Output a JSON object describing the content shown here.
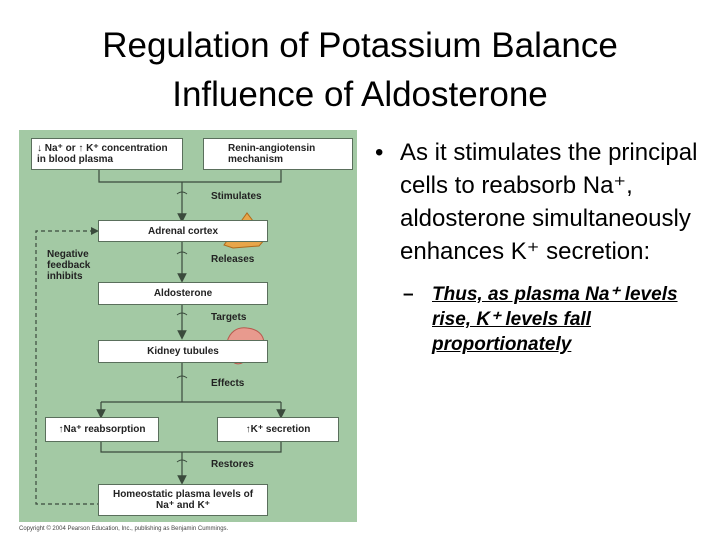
{
  "title": {
    "line1": "Regulation of Potassium Balance",
    "line2": "Influence of Aldosterone"
  },
  "diagram": {
    "boxes": {
      "ion_concentration": "↓ Na⁺ or ↑ K⁺ concentration in blood plasma",
      "renin": "Renin-angiotensin mechanism",
      "adrenal": "Adrenal cortex",
      "aldosterone": "Aldosterone",
      "kidney": "Kidney tubules",
      "na_reabsorption": "↑Na⁺ reabsorption",
      "k_secretion": "↑K⁺ secretion",
      "homeostatic": "Homeostatic plasma levels of Na⁺ and K⁺"
    },
    "labels": {
      "stimulates": "Stimulates",
      "releases": "Releases",
      "targets": "Targets",
      "effects": "Effects",
      "restores": "Restores",
      "negative_feedback": "Negative feedback inhibits"
    },
    "colors": {
      "background": "#a3c9a4",
      "adrenal_gland": "#e8a64a",
      "kidney": "#e89a8e"
    },
    "copyright": "Copyright © 2004 Pearson Education, Inc., publishing as Benjamin Cummings."
  },
  "bullets": {
    "main": "As it stimulates the principal cells to reabsorb Na⁺, aldosterone simultaneously enhances K⁺ secretion:",
    "sub": "Thus, as plasma Na⁺ levels rise, K⁺ levels fall proportionately"
  }
}
